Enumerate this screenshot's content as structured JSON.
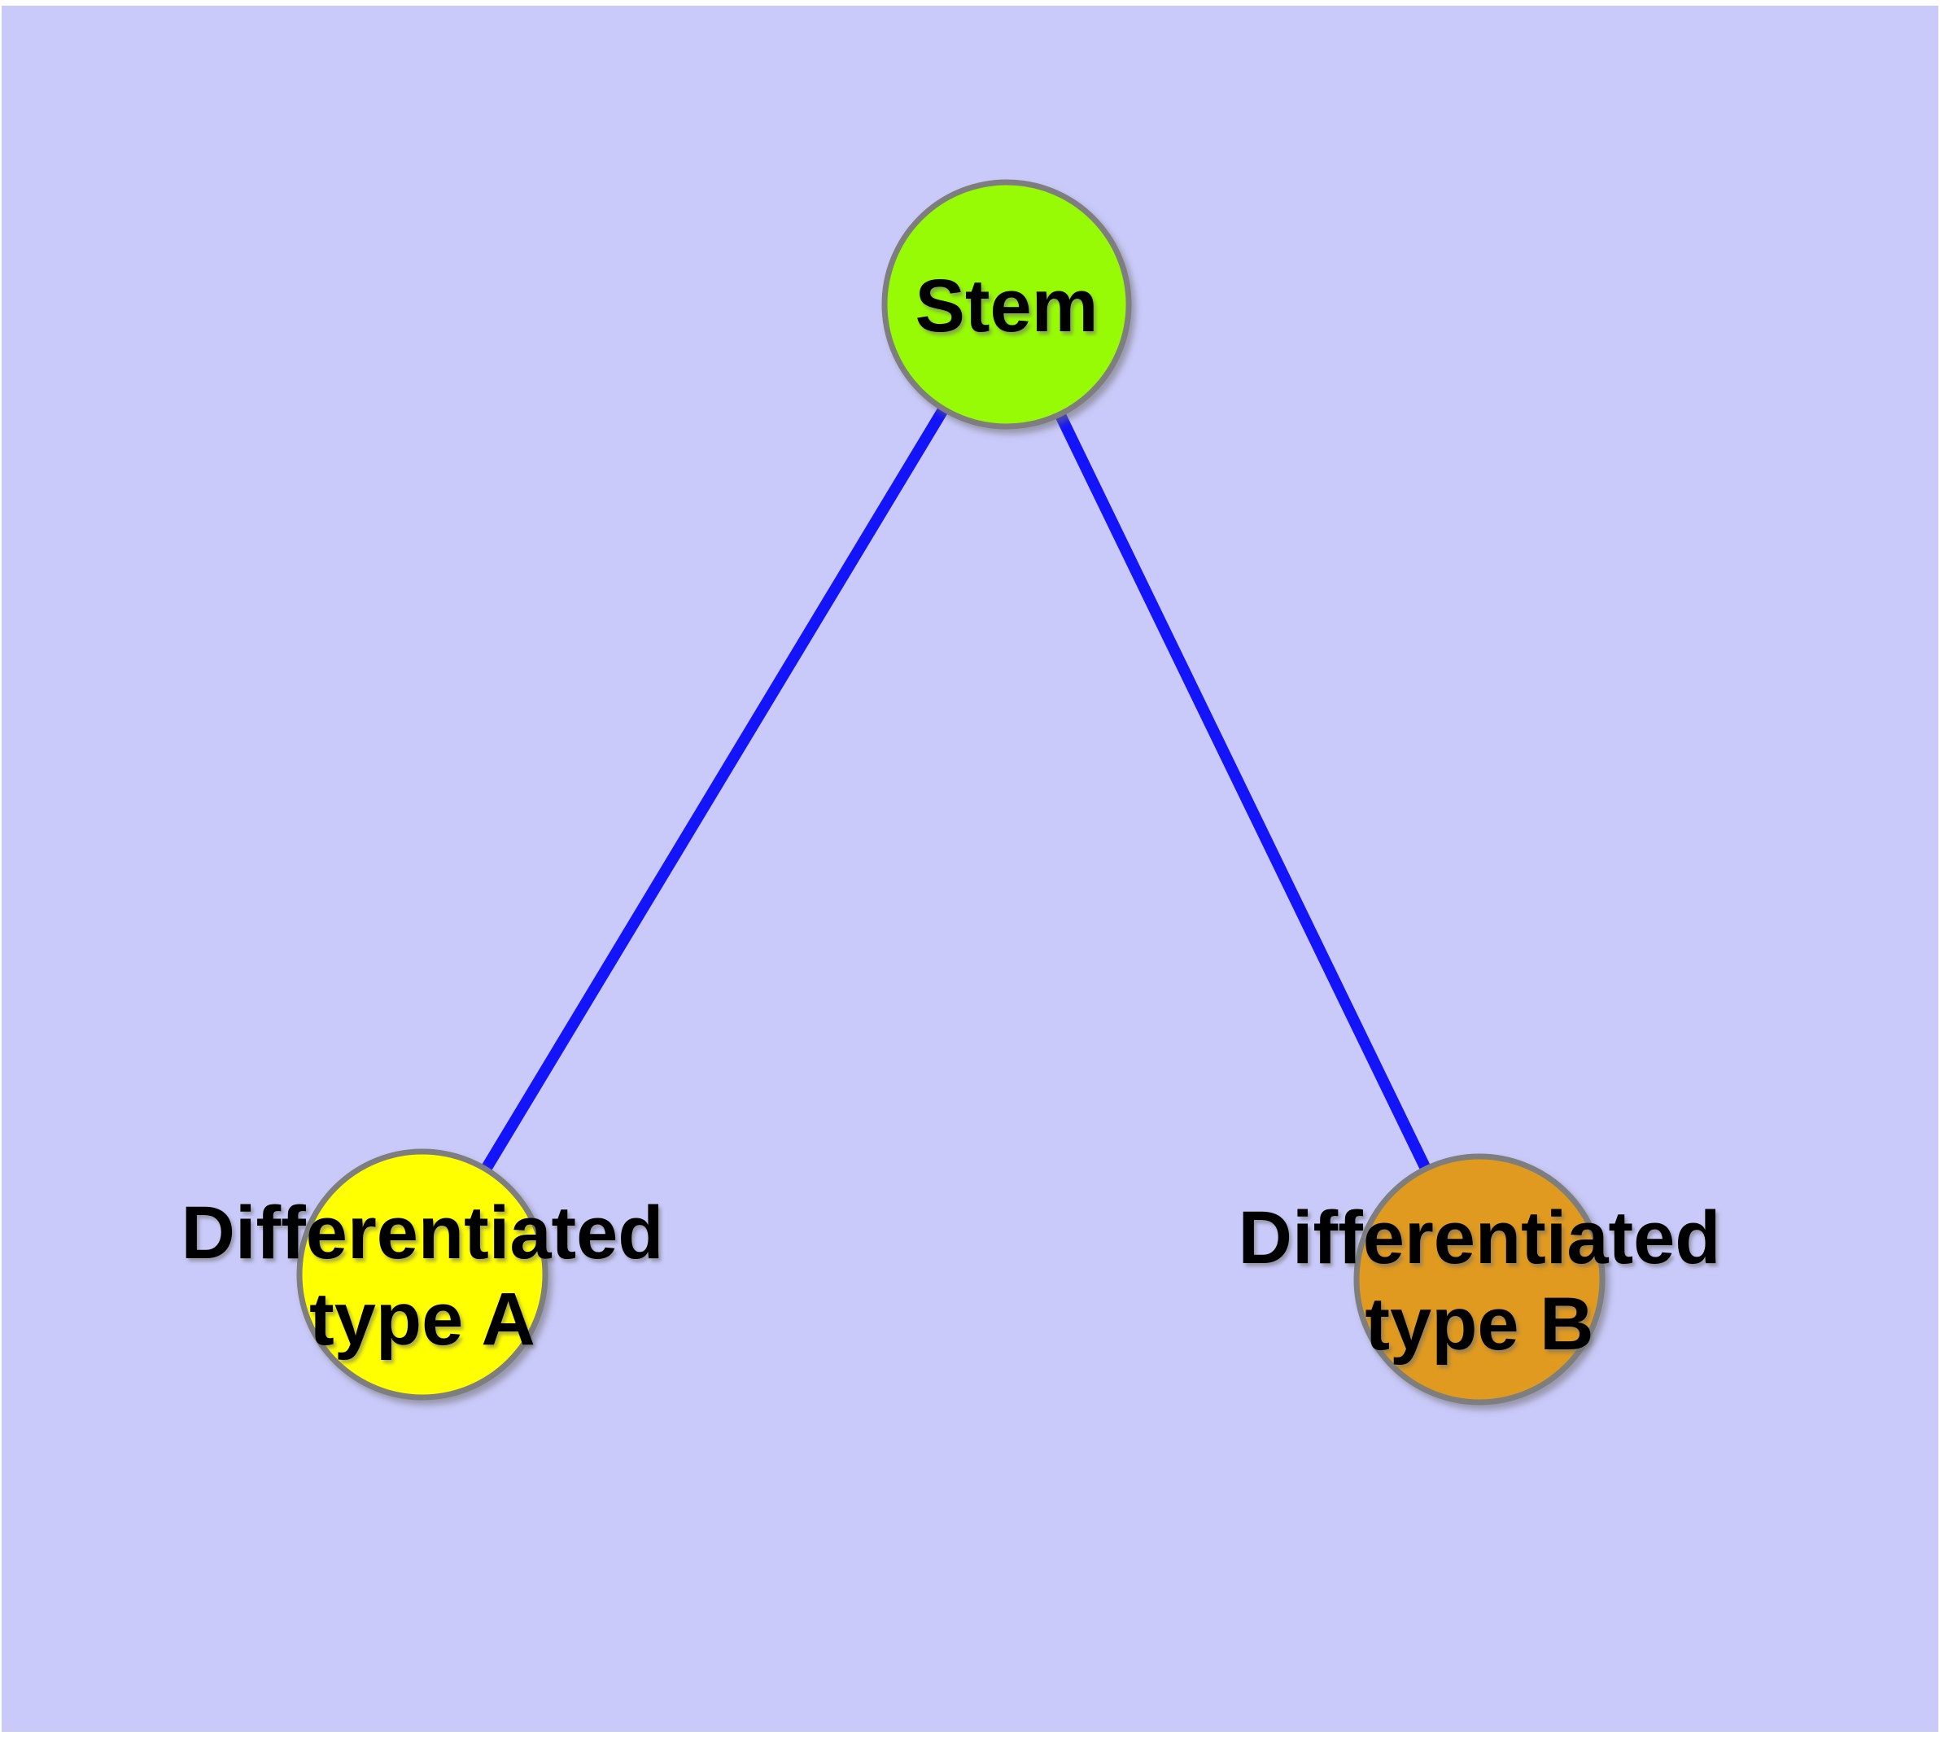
{
  "canvas": {
    "background": "#CACAFA",
    "margin_color": "#FFFFFF"
  },
  "styles": {
    "edge_color": "#1414FB",
    "node_stroke_color": "#7E7E7E",
    "label_color": "#000000"
  },
  "nodes": [
    {
      "id": "stem",
      "label": "Stem",
      "fill": "#97FB05"
    },
    {
      "id": "differentiated-type-a",
      "label": "Differentiated type A",
      "label_lines": [
        "Differentiated",
        "type A"
      ],
      "fill": "#FFFF00"
    },
    {
      "id": "differentiated-type-b",
      "label": "Differentiated type B",
      "label_lines": [
        "Differentiated",
        "type B"
      ],
      "fill": "#E09A20"
    }
  ],
  "edges": [
    {
      "from": "stem",
      "to": "differentiated-type-a"
    },
    {
      "from": "stem",
      "to": "differentiated-type-b"
    }
  ]
}
